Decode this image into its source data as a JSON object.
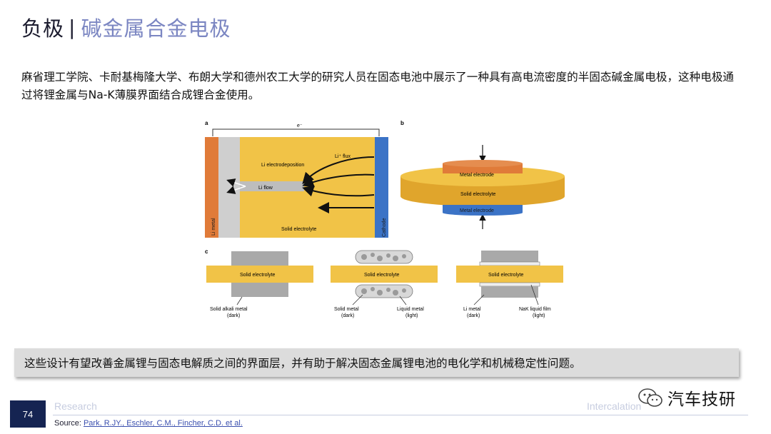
{
  "slide": {
    "title_main": "负极",
    "title_sep": "|",
    "title_sub": "碱金属合金电极",
    "intro": "麻省理工学院、卡耐基梅隆大学、布朗大学和德州农工大学的研究人员在固态电池中展示了一种具有高电流密度的半固态碱金属电极，这种电极通过将锂金属与Na-K薄膜界面结合成锂合金使用。",
    "note": "这些设计有望改善金属锂与固态电解质之间的界面层，并有助于解决固态金属锂电池的电化学和机械稳定性问题。"
  },
  "figure": {
    "panel_a": {
      "label": "a",
      "electron": "e⁻",
      "li_flux": "Li⁺ flux",
      "li_electrodeposition": "Li electrodeposition",
      "li_flow": "Li flow",
      "li_metal": "Li metal",
      "solid_electrolyte": "Solid electrolyte",
      "cathode": "Cathode"
    },
    "panel_b": {
      "label": "b",
      "metal_electrode_top": "Metal electrode",
      "solid_electrolyte": "Solid electrolyte",
      "metal_electrode_bottom": "Metal electrode"
    },
    "panel_c": {
      "label": "c",
      "electrolyte_1": "Solid electrolyte",
      "electrolyte_2": "Solid electrolyte",
      "electrolyte_3": "Solid electrolyte",
      "caption_1a": "Solid alkali metal",
      "caption_1b": "(dark)",
      "caption_2a": "Solid metal",
      "caption_2b": "(dark)",
      "caption_3a": "Liquid metal",
      "caption_3b": "(light)",
      "caption_4a": "Li metal",
      "caption_4b": "(dark)",
      "caption_5a": "NaK liquid film",
      "caption_5b": "(light)"
    },
    "colors": {
      "electrolyte": "#f1c347",
      "li_metal": "#e07b39",
      "cathode": "#3b73c6",
      "metal_gray": "#a9a9a9"
    }
  },
  "footer": {
    "page_number": "74",
    "section": "Research",
    "topic": "Intercalation ",
    "source_label": "Source: ",
    "source_link": "Park, R.JY., Eschler, C.M., Fincher, C.D. et al.",
    "watermark": "汽车技研"
  }
}
